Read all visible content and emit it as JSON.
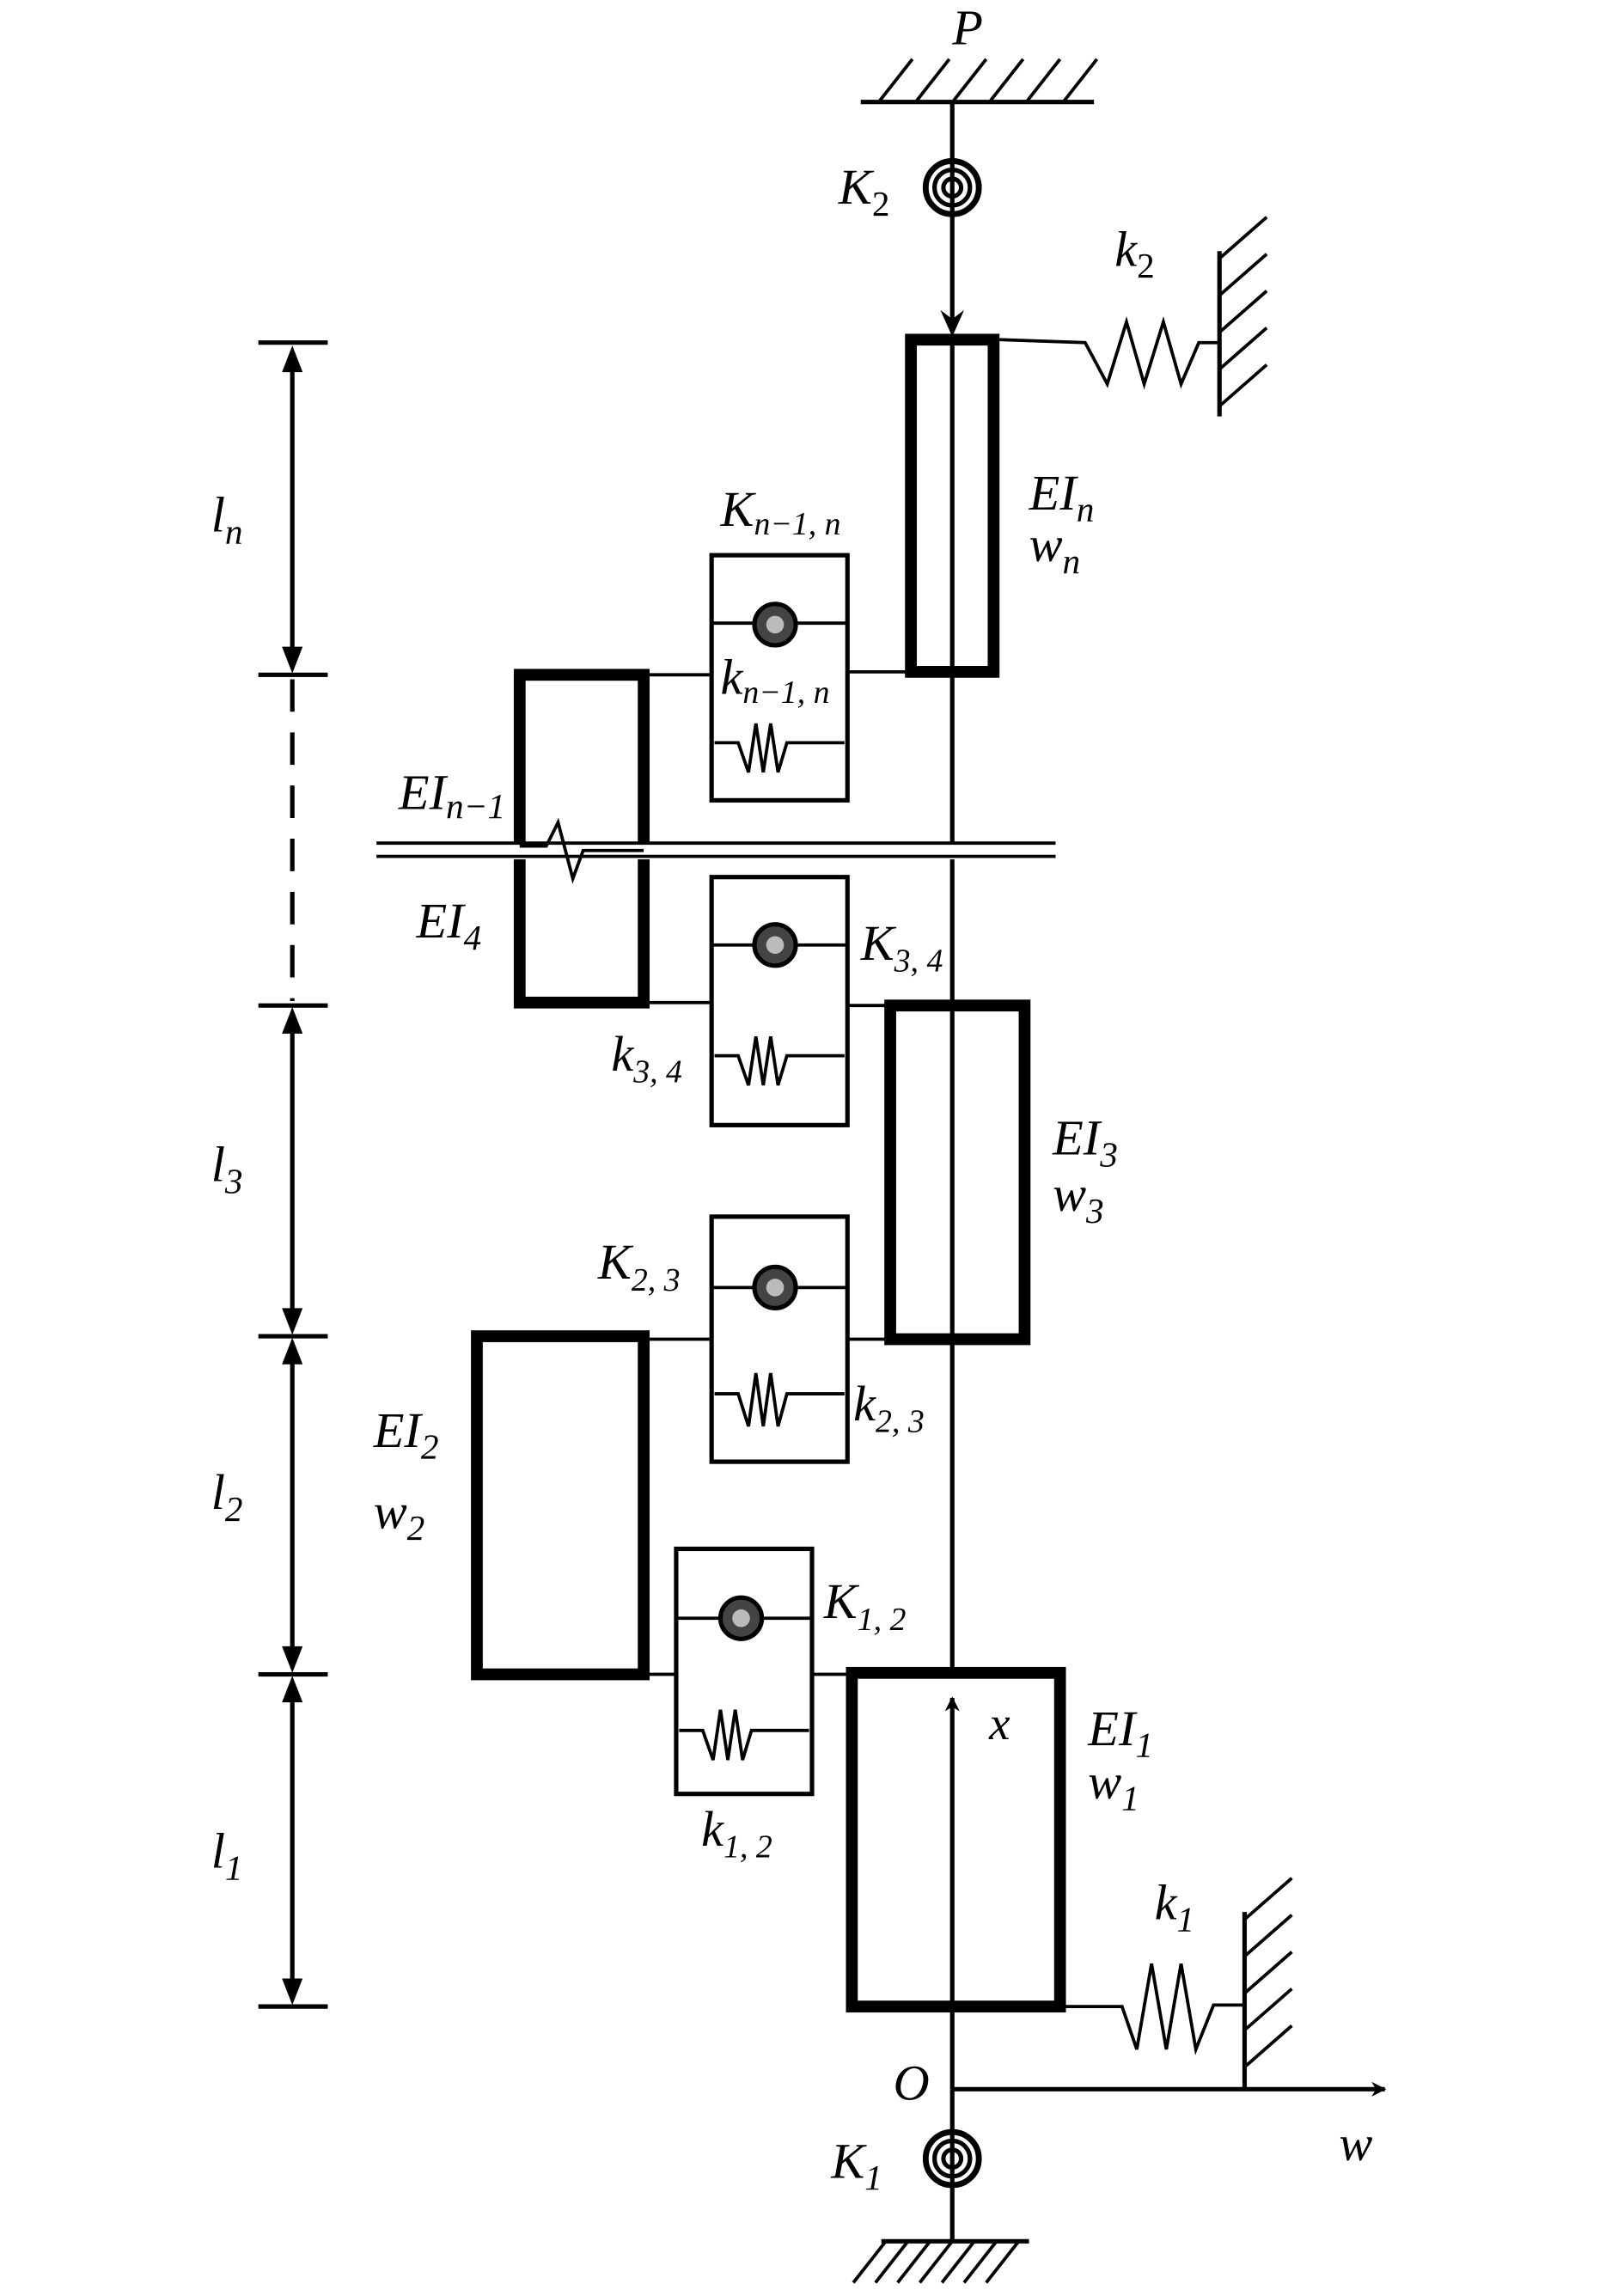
{
  "diagram": {
    "title": "Multi-segment stepped beam with rotational and translational springs",
    "labels": {
      "load": "P",
      "top_rot_spring": {
        "main": "K",
        "sub": "2"
      },
      "top_trans_spring": {
        "main": "k",
        "sub": "2"
      },
      "bottom_rot_spring": {
        "main": "K",
        "sub": "1"
      },
      "bottom_trans_spring": {
        "main": "k",
        "sub": "1"
      },
      "origin": "O",
      "axis_x": "x",
      "axis_w": "w",
      "segments": [
        {
          "id": "n",
          "EI": {
            "main": "EI",
            "sub": "n"
          },
          "w": {
            "main": "w",
            "sub": "n"
          },
          "length": {
            "main": "l",
            "sub": "n"
          }
        },
        {
          "id": "n-1",
          "EI": {
            "main": "EI",
            "sub": "n−1"
          }
        },
        {
          "id": "4",
          "EI": {
            "main": "EI",
            "sub": "4"
          }
        },
        {
          "id": "3",
          "EI": {
            "main": "EI",
            "sub": "3"
          },
          "w": {
            "main": "w",
            "sub": "3"
          },
          "length": {
            "main": "l",
            "sub": "3"
          }
        },
        {
          "id": "2",
          "EI": {
            "main": "EI",
            "sub": "2"
          },
          "w": {
            "main": "w",
            "sub": "2"
          },
          "length": {
            "main": "l",
            "sub": "2"
          }
        },
        {
          "id": "1",
          "EI": {
            "main": "EI",
            "sub": "1"
          },
          "w": {
            "main": "w",
            "sub": "1"
          },
          "length": {
            "main": "l",
            "sub": "1"
          }
        }
      ],
      "couplings": [
        {
          "id": "n-1,n",
          "rot": {
            "main": "K",
            "sub": "n−1, n"
          },
          "trans": {
            "main": "k",
            "sub": "n−1, n"
          }
        },
        {
          "id": "3,4",
          "rot": {
            "main": "K",
            "sub": "3, 4"
          },
          "trans": {
            "main": "k",
            "sub": "3, 4"
          }
        },
        {
          "id": "2,3",
          "rot": {
            "main": "K",
            "sub": "2, 3"
          },
          "trans": {
            "main": "k",
            "sub": "2, 3"
          }
        },
        {
          "id": "1,2",
          "rot": {
            "main": "K",
            "sub": "1, 2"
          },
          "trans": {
            "main": "k",
            "sub": "1, 2"
          }
        }
      ]
    }
  }
}
